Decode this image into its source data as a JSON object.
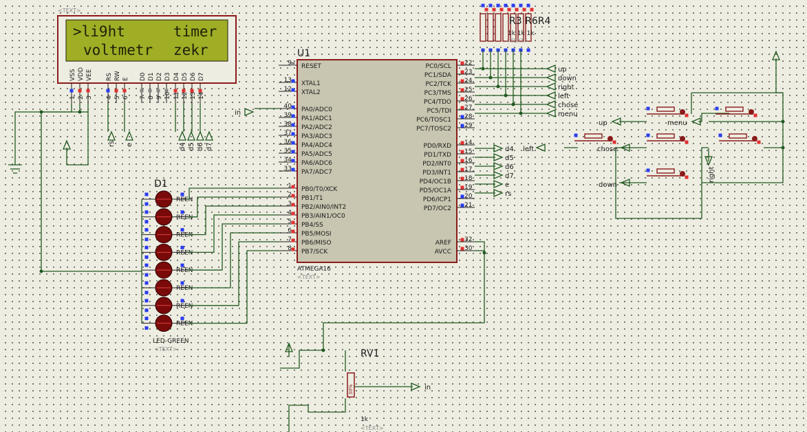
{
  "lcd": {
    "tag": "<TEXT>",
    "line1_left": ">li9ht",
    "line1_right": "timer",
    "line2_left": "voltmetr",
    "line2_right": "zekr",
    "pins": [
      {
        "name": "VSS",
        "num": "1"
      },
      {
        "name": "VDD",
        "num": "2"
      },
      {
        "name": "VEE",
        "num": "3"
      },
      {
        "name": "RS",
        "num": "4"
      },
      {
        "name": "RW",
        "num": "5"
      },
      {
        "name": "E",
        "num": "6"
      },
      {
        "name": "D0",
        "num": "7"
      },
      {
        "name": "D1",
        "num": "8"
      },
      {
        "name": "D2",
        "num": "9"
      },
      {
        "name": "D3",
        "num": "10"
      },
      {
        "name": "D4",
        "num": "11"
      },
      {
        "name": "D5",
        "num": "12"
      },
      {
        "name": "D6",
        "num": "13"
      },
      {
        "name": "D7",
        "num": "14"
      }
    ],
    "rs_label": "rs",
    "e_label": "e",
    "data_labels": [
      "d4",
      "d5",
      "d6",
      "d7"
    ]
  },
  "mcu": {
    "ref": "U1",
    "part": "ATMEGA16",
    "tag": "<TEXT>",
    "left_pins": [
      {
        "num": "9",
        "name": "RESET"
      },
      {
        "num": "13",
        "name": "XTAL1"
      },
      {
        "num": "12",
        "name": "XTAL2"
      },
      {
        "num": "40",
        "name": "PA0/ADC0"
      },
      {
        "num": "39",
        "name": "PA1/ADC1"
      },
      {
        "num": "38",
        "name": "PA2/ADC2"
      },
      {
        "num": "37",
        "name": "PA3/ADC3"
      },
      {
        "num": "36",
        "name": "PA4/ADC4"
      },
      {
        "num": "35",
        "name": "PA5/ADC5"
      },
      {
        "num": "34",
        "name": "PA6/ADC6"
      },
      {
        "num": "33",
        "name": "PA7/ADC7"
      },
      {
        "num": "1",
        "name": "PB0/T0/XCK"
      },
      {
        "num": "2",
        "name": "PB1/T1"
      },
      {
        "num": "3",
        "name": "PB2/AIN0/INT2"
      },
      {
        "num": "4",
        "name": "PB3/AIN1/OC0"
      },
      {
        "num": "5",
        "name": "PB4/SS"
      },
      {
        "num": "6",
        "name": "PB5/MOSI"
      },
      {
        "num": "7",
        "name": "PB6/MISO"
      },
      {
        "num": "8",
        "name": "PB7/SCK"
      }
    ],
    "right_pins": [
      {
        "num": "22",
        "name": "PC0/SCL"
      },
      {
        "num": "23",
        "name": "PC1/SDA"
      },
      {
        "num": "24",
        "name": "PC2/TCK"
      },
      {
        "num": "25",
        "name": "PC3/TMS"
      },
      {
        "num": "26",
        "name": "PC4/TDO"
      },
      {
        "num": "27",
        "name": "PC5/TDI"
      },
      {
        "num": "28",
        "name": "PC6/TOSC1"
      },
      {
        "num": "29",
        "name": "PC7/TOSC2"
      },
      {
        "num": "14",
        "name": "PD0/RXD"
      },
      {
        "num": "15",
        "name": "PD1/TXD"
      },
      {
        "num": "16",
        "name": "PD2/INT0"
      },
      {
        "num": "17",
        "name": "PD3/INT1"
      },
      {
        "num": "18",
        "name": "PD4/OC1B"
      },
      {
        "num": "19",
        "name": "PD5/OC1A"
      },
      {
        "num": "20",
        "name": "PD6/ICP1"
      },
      {
        "num": "21",
        "name": "PD7/OC2"
      },
      {
        "num": "32",
        "name": "AREF"
      },
      {
        "num": "30",
        "name": "AVCC"
      }
    ],
    "in_label": "in",
    "portc_labels": [
      "up",
      "down",
      "right",
      "left",
      "chose",
      "menu"
    ],
    "portd_labels": [
      "d4",
      "d5",
      "d6",
      "d7",
      "e",
      "rs"
    ]
  },
  "leds": {
    "ref": "D1",
    "part": "LED-GREEN",
    "tag": "<TEXT>",
    "item_label": "REEN",
    "count": 8
  },
  "rpack": {
    "labels": "R3 R6R4",
    "values": "1k  1k  1k",
    "tag": "<TEXT>"
  },
  "pot": {
    "ref": "RV1",
    "value": "1k",
    "tag": "<TEXT>",
    "mid_text": "30%",
    "in_label": "in"
  },
  "buttons": {
    "labels": [
      "up",
      "menu",
      "left",
      "chose",
      "down",
      "right"
    ]
  }
}
